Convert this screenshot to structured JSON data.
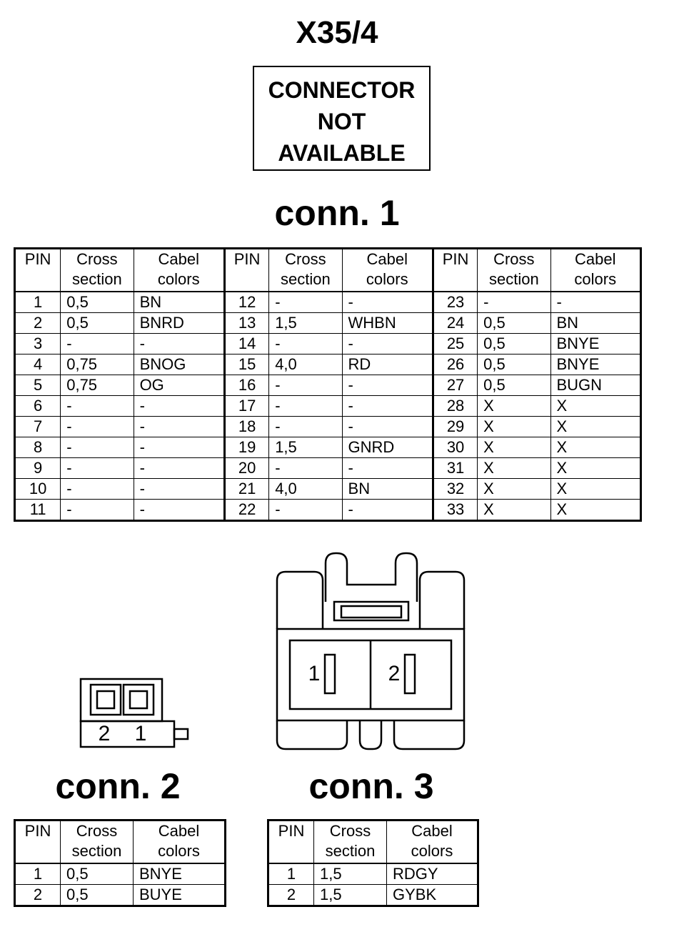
{
  "title": "X35/4",
  "not_available": [
    "CONNECTOR",
    "NOT",
    "AVAILABLE"
  ],
  "conn1": {
    "heading": "conn. 1",
    "header": {
      "pin": "PIN",
      "cross": [
        "Cross",
        "section"
      ],
      "cabel": [
        "Cabel",
        "colors"
      ]
    },
    "rows": [
      [
        [
          "1",
          "0,5",
          "BN"
        ],
        [
          "12",
          "-",
          "-"
        ],
        [
          "23",
          "-",
          "-"
        ]
      ],
      [
        [
          "2",
          "0,5",
          "BNRD"
        ],
        [
          "13",
          "1,5",
          "WHBN"
        ],
        [
          "24",
          "0,5",
          "BN"
        ]
      ],
      [
        [
          "3",
          "-",
          "-"
        ],
        [
          "14",
          "-",
          "-"
        ],
        [
          "25",
          "0,5",
          "BNYE"
        ]
      ],
      [
        [
          "4",
          "0,75",
          "BNOG"
        ],
        [
          "15",
          "4,0",
          "RD"
        ],
        [
          "26",
          "0,5",
          "BNYE"
        ]
      ],
      [
        [
          "5",
          "0,75",
          "OG"
        ],
        [
          "16",
          "-",
          "-"
        ],
        [
          "27",
          "0,5",
          "BUGN"
        ]
      ],
      [
        [
          "6",
          "-",
          "-"
        ],
        [
          "17",
          "-",
          "-"
        ],
        [
          "28",
          "X",
          "X"
        ]
      ],
      [
        [
          "7",
          "-",
          "-"
        ],
        [
          "18",
          "-",
          "-"
        ],
        [
          "29",
          "X",
          "X"
        ]
      ],
      [
        [
          "8",
          "-",
          "-"
        ],
        [
          "19",
          "1,5",
          "GNRD"
        ],
        [
          "30",
          "X",
          "X"
        ]
      ],
      [
        [
          "9",
          "-",
          "-"
        ],
        [
          "20",
          "-",
          "-"
        ],
        [
          "31",
          "X",
          "X"
        ]
      ],
      [
        [
          "10",
          "-",
          "-"
        ],
        [
          "21",
          "4,0",
          "BN"
        ],
        [
          "32",
          "X",
          "X"
        ]
      ],
      [
        [
          "11",
          "-",
          "-"
        ],
        [
          "22",
          "-",
          "-"
        ],
        [
          "33",
          "X",
          "X"
        ]
      ]
    ]
  },
  "conn2": {
    "heading": "conn. 2",
    "pin_labels": [
      "2",
      "1"
    ],
    "header": {
      "pin": "PIN",
      "cross": [
        "Cross",
        "section"
      ],
      "cabel": [
        "Cabel",
        "colors"
      ]
    },
    "rows": [
      [
        "1",
        "0,5",
        "BNYE"
      ],
      [
        "2",
        "0,5",
        "BUYE"
      ]
    ]
  },
  "conn3": {
    "heading": "conn. 3",
    "pin_labels": [
      "1",
      "2"
    ],
    "header": {
      "pin": "PIN",
      "cross": [
        "Cross",
        "section"
      ],
      "cabel": [
        "Cabel",
        "colors"
      ]
    },
    "rows": [
      [
        "1",
        "1,5",
        "RDGY"
      ],
      [
        "2",
        "1,5",
        "GYBK"
      ]
    ]
  }
}
